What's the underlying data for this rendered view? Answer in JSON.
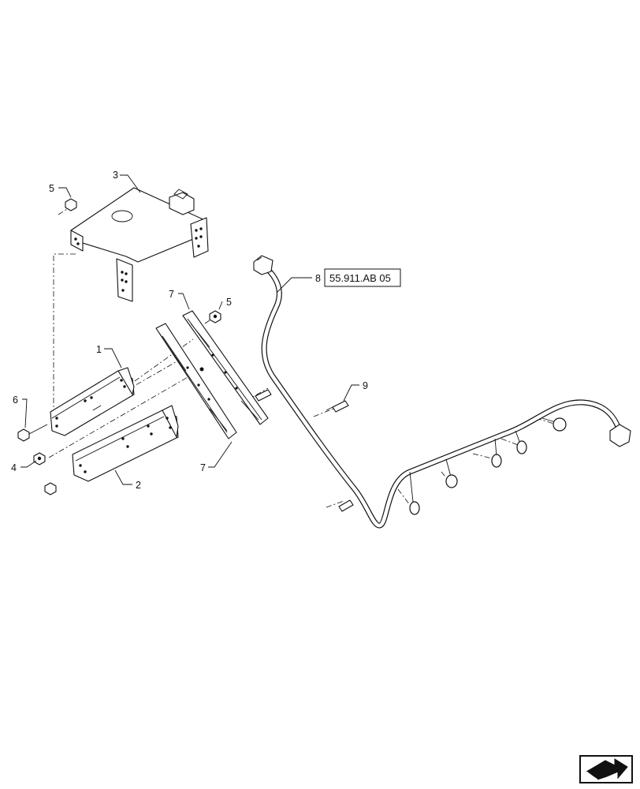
{
  "diagram": {
    "callouts": {
      "c1": "1",
      "c2": "2",
      "c3": "3",
      "c4": "4",
      "c5_top": "5",
      "c5_mid": "5",
      "c6": "6",
      "c7_top": "7",
      "c7_bottom": "7",
      "c8": "8",
      "c9": "9"
    },
    "reference": "55.911.AB 05",
    "parts": {
      "p1": "mounting-bracket-left",
      "p2": "mounting-bracket-right",
      "p3": "module-mounting-plate",
      "p4": "nut",
      "p5": "nut",
      "p6": "bolt",
      "p7": "guide-rail",
      "p8": "wire-harness",
      "p9": "connector-pin"
    },
    "nav_icon": "next-page-arrow-icon"
  }
}
